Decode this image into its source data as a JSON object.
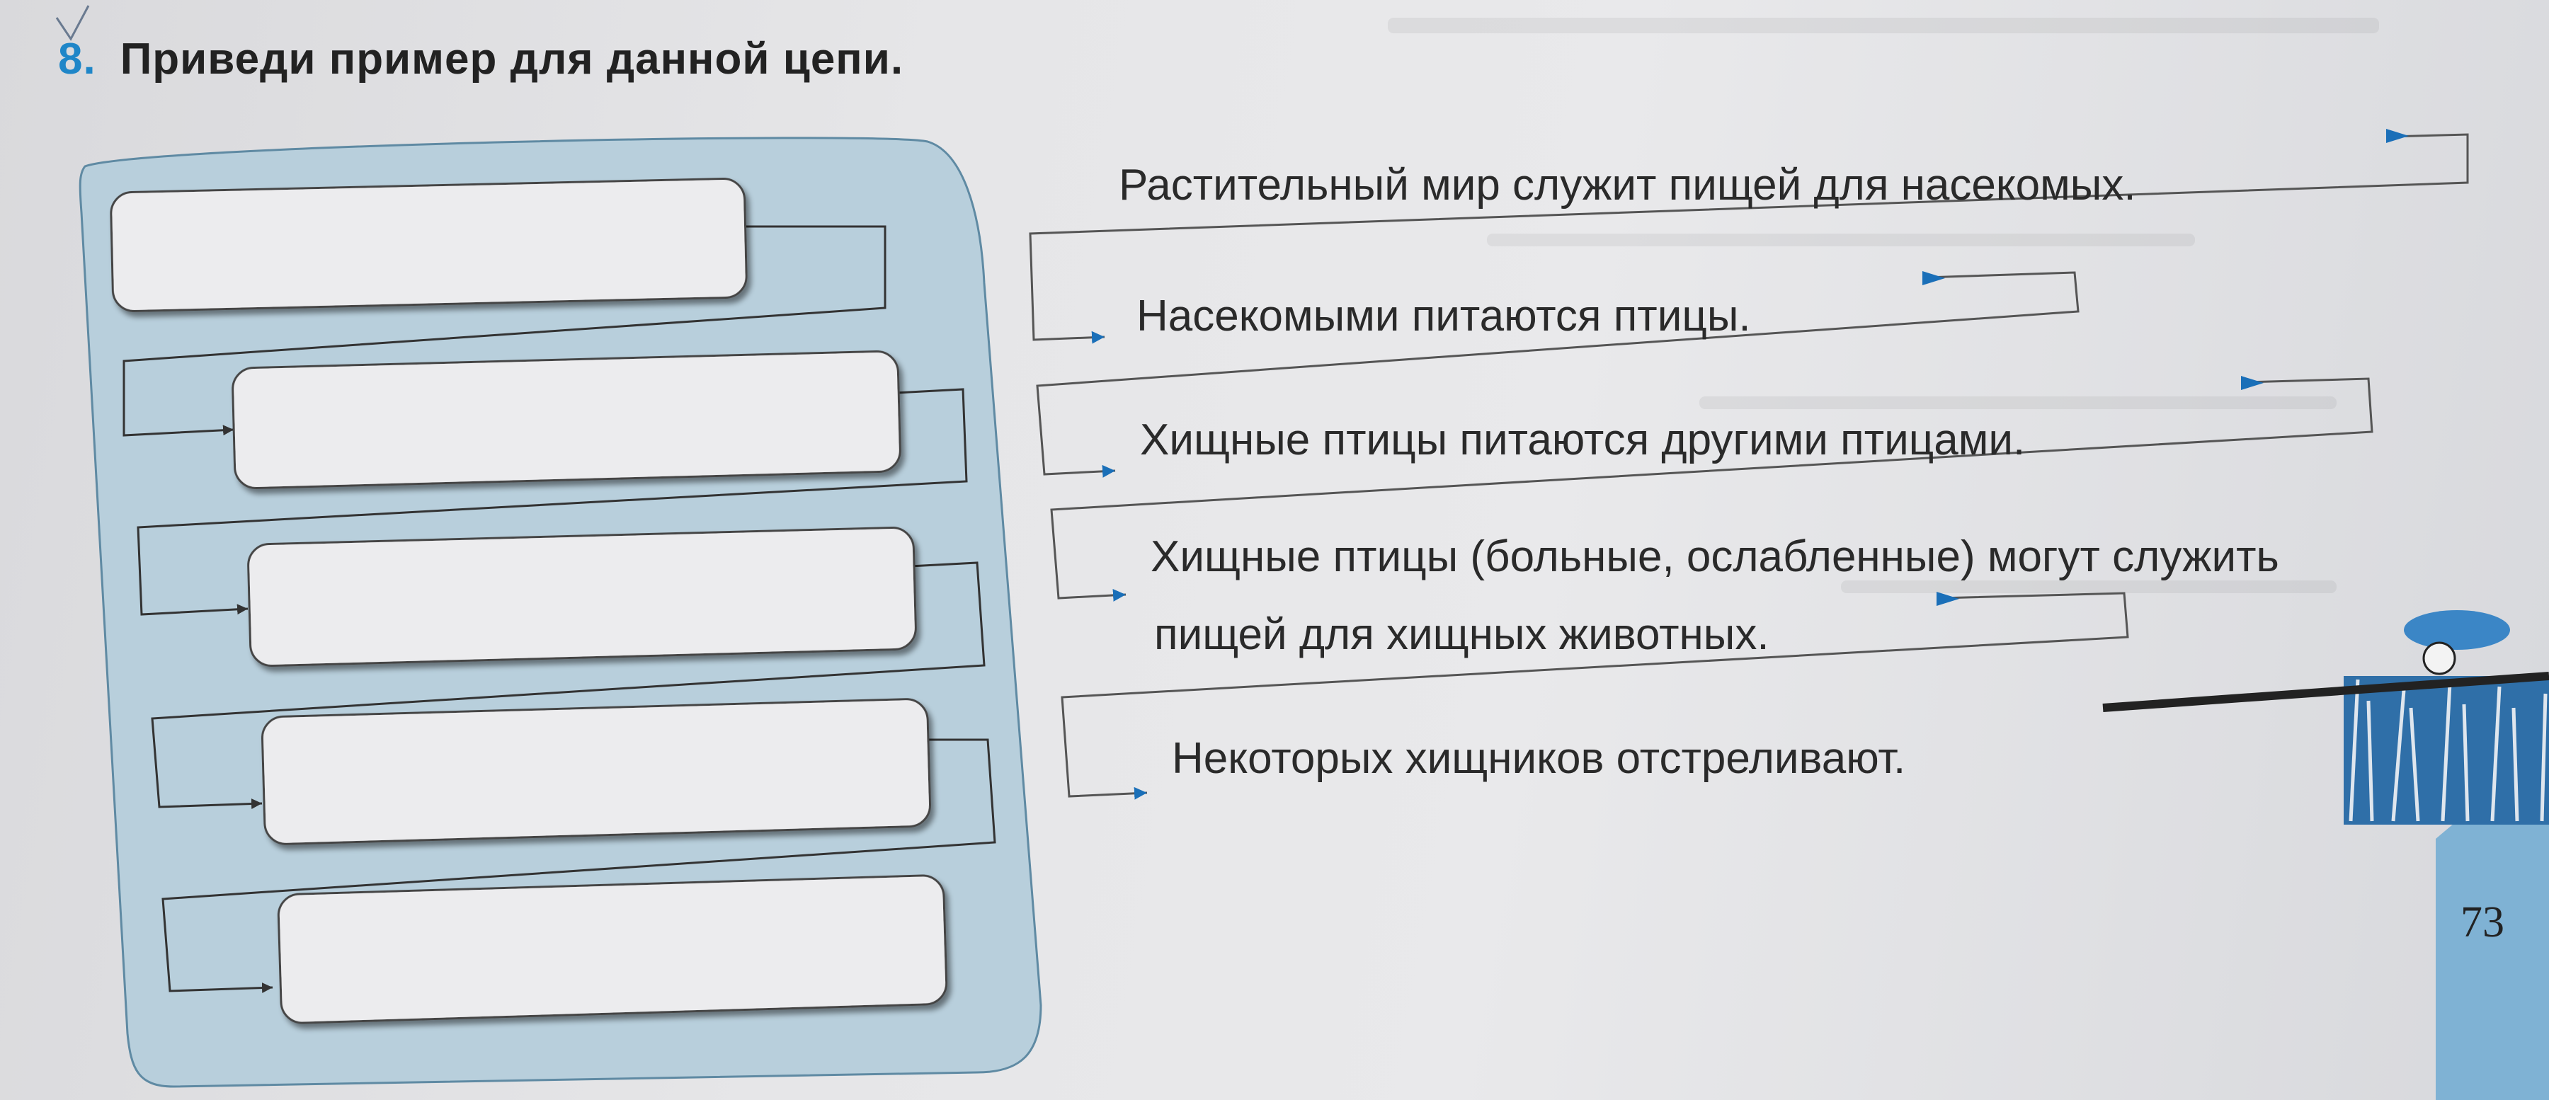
{
  "task": {
    "number": "8.",
    "title": "Приведи пример для данной цепи."
  },
  "statements": [
    "Растительный мир служит пищей для насекомых.",
    "Насекомыми питаются птицы.",
    "Хищные птицы питаются другими птицами.",
    "Хищные птицы (больные, ослабленные) могут служить",
    "пищей для хищных животных.",
    "Некоторых хищников отстреливают."
  ],
  "answer_boxes": [
    "",
    "",
    "",
    "",
    ""
  ],
  "page_number": "73",
  "colors": {
    "panel_fill": "#b8cfdc",
    "task_number": "#1f86c8",
    "arrow_blue": "#1a6fb8",
    "page_corner": "#7fb2d4"
  },
  "decorations": {
    "hunter_illustration": "hunter-with-rifle-in-reeds"
  }
}
